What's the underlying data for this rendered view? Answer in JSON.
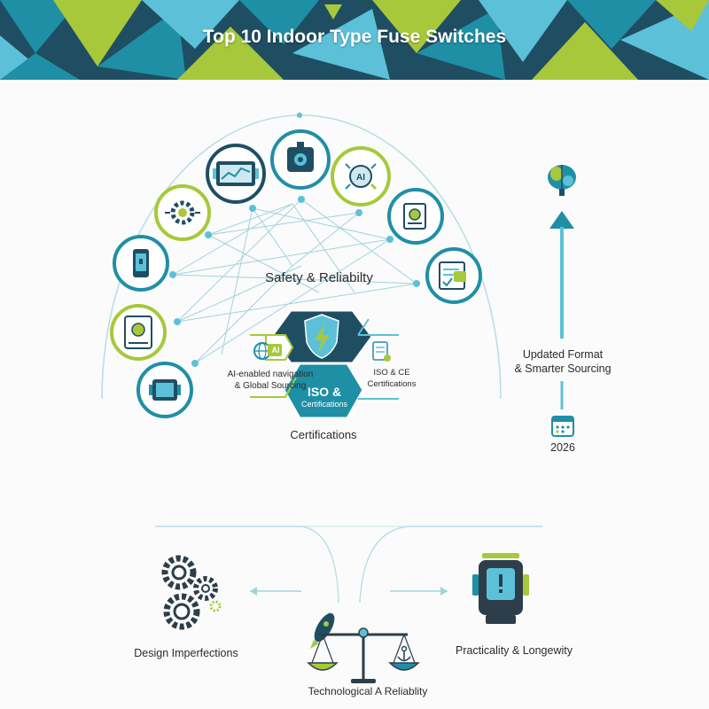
{
  "banner": {
    "title": "Top 10 Indoor Type Fuse Switches",
    "colors": {
      "navy": "#1f4e63",
      "teal": "#1f8fa6",
      "cyan": "#5cc1d8",
      "lime": "#a7c83a",
      "light": "#cde9ef"
    }
  },
  "hub": {
    "title": "Safety & Reliabilty",
    "center_badge": {
      "line1": "ISO &",
      "line2": "Certifications"
    },
    "left_card": {
      "badge": "AI",
      "line1": "AI-enabled navigation",
      "line2": "& Global Sourcing"
    },
    "right_card": {
      "line1": "ISO & CE",
      "line2": "Certifications"
    },
    "bottom_label": "Certifications",
    "icons": [
      {
        "name": "shield-lightning-icon"
      },
      {
        "name": "ai-globe-icon"
      },
      {
        "name": "document-checklist-icon"
      }
    ]
  },
  "orbit_icons": [
    {
      "name": "tablet-medical-icon",
      "ring": "lime"
    },
    {
      "name": "phone-device-icon",
      "ring": "teal"
    },
    {
      "name": "gear-chip-icon",
      "ring": "lime"
    },
    {
      "name": "monitor-dashboard-icon",
      "ring": "navy"
    },
    {
      "name": "fuse-switch-module-icon",
      "ring": "teal"
    },
    {
      "name": "ai-brain-circuit-icon",
      "ring": "lime"
    },
    {
      "name": "checklist-gear-icon",
      "ring": "teal"
    },
    {
      "name": "document-check-icon",
      "ring": "teal"
    },
    {
      "name": "device-controller-icon",
      "ring": "teal"
    }
  ],
  "timeline": {
    "top_icon": "brain-icon",
    "label_line1": "Updated Format",
    "label_line2": "& Smarter Sourcing",
    "year_icon": "calendar-icon",
    "year": "2026"
  },
  "bottom": {
    "left_label": "Design Imperfections",
    "left_icon": "gears-icon",
    "center_label": "Technological A Reliablity",
    "center_icons": [
      "rocket-icon",
      "balance-scale-icon",
      "anchor-icon"
    ],
    "right_label": "Practicality & Longewity",
    "right_icon": "device-alert-icon"
  }
}
